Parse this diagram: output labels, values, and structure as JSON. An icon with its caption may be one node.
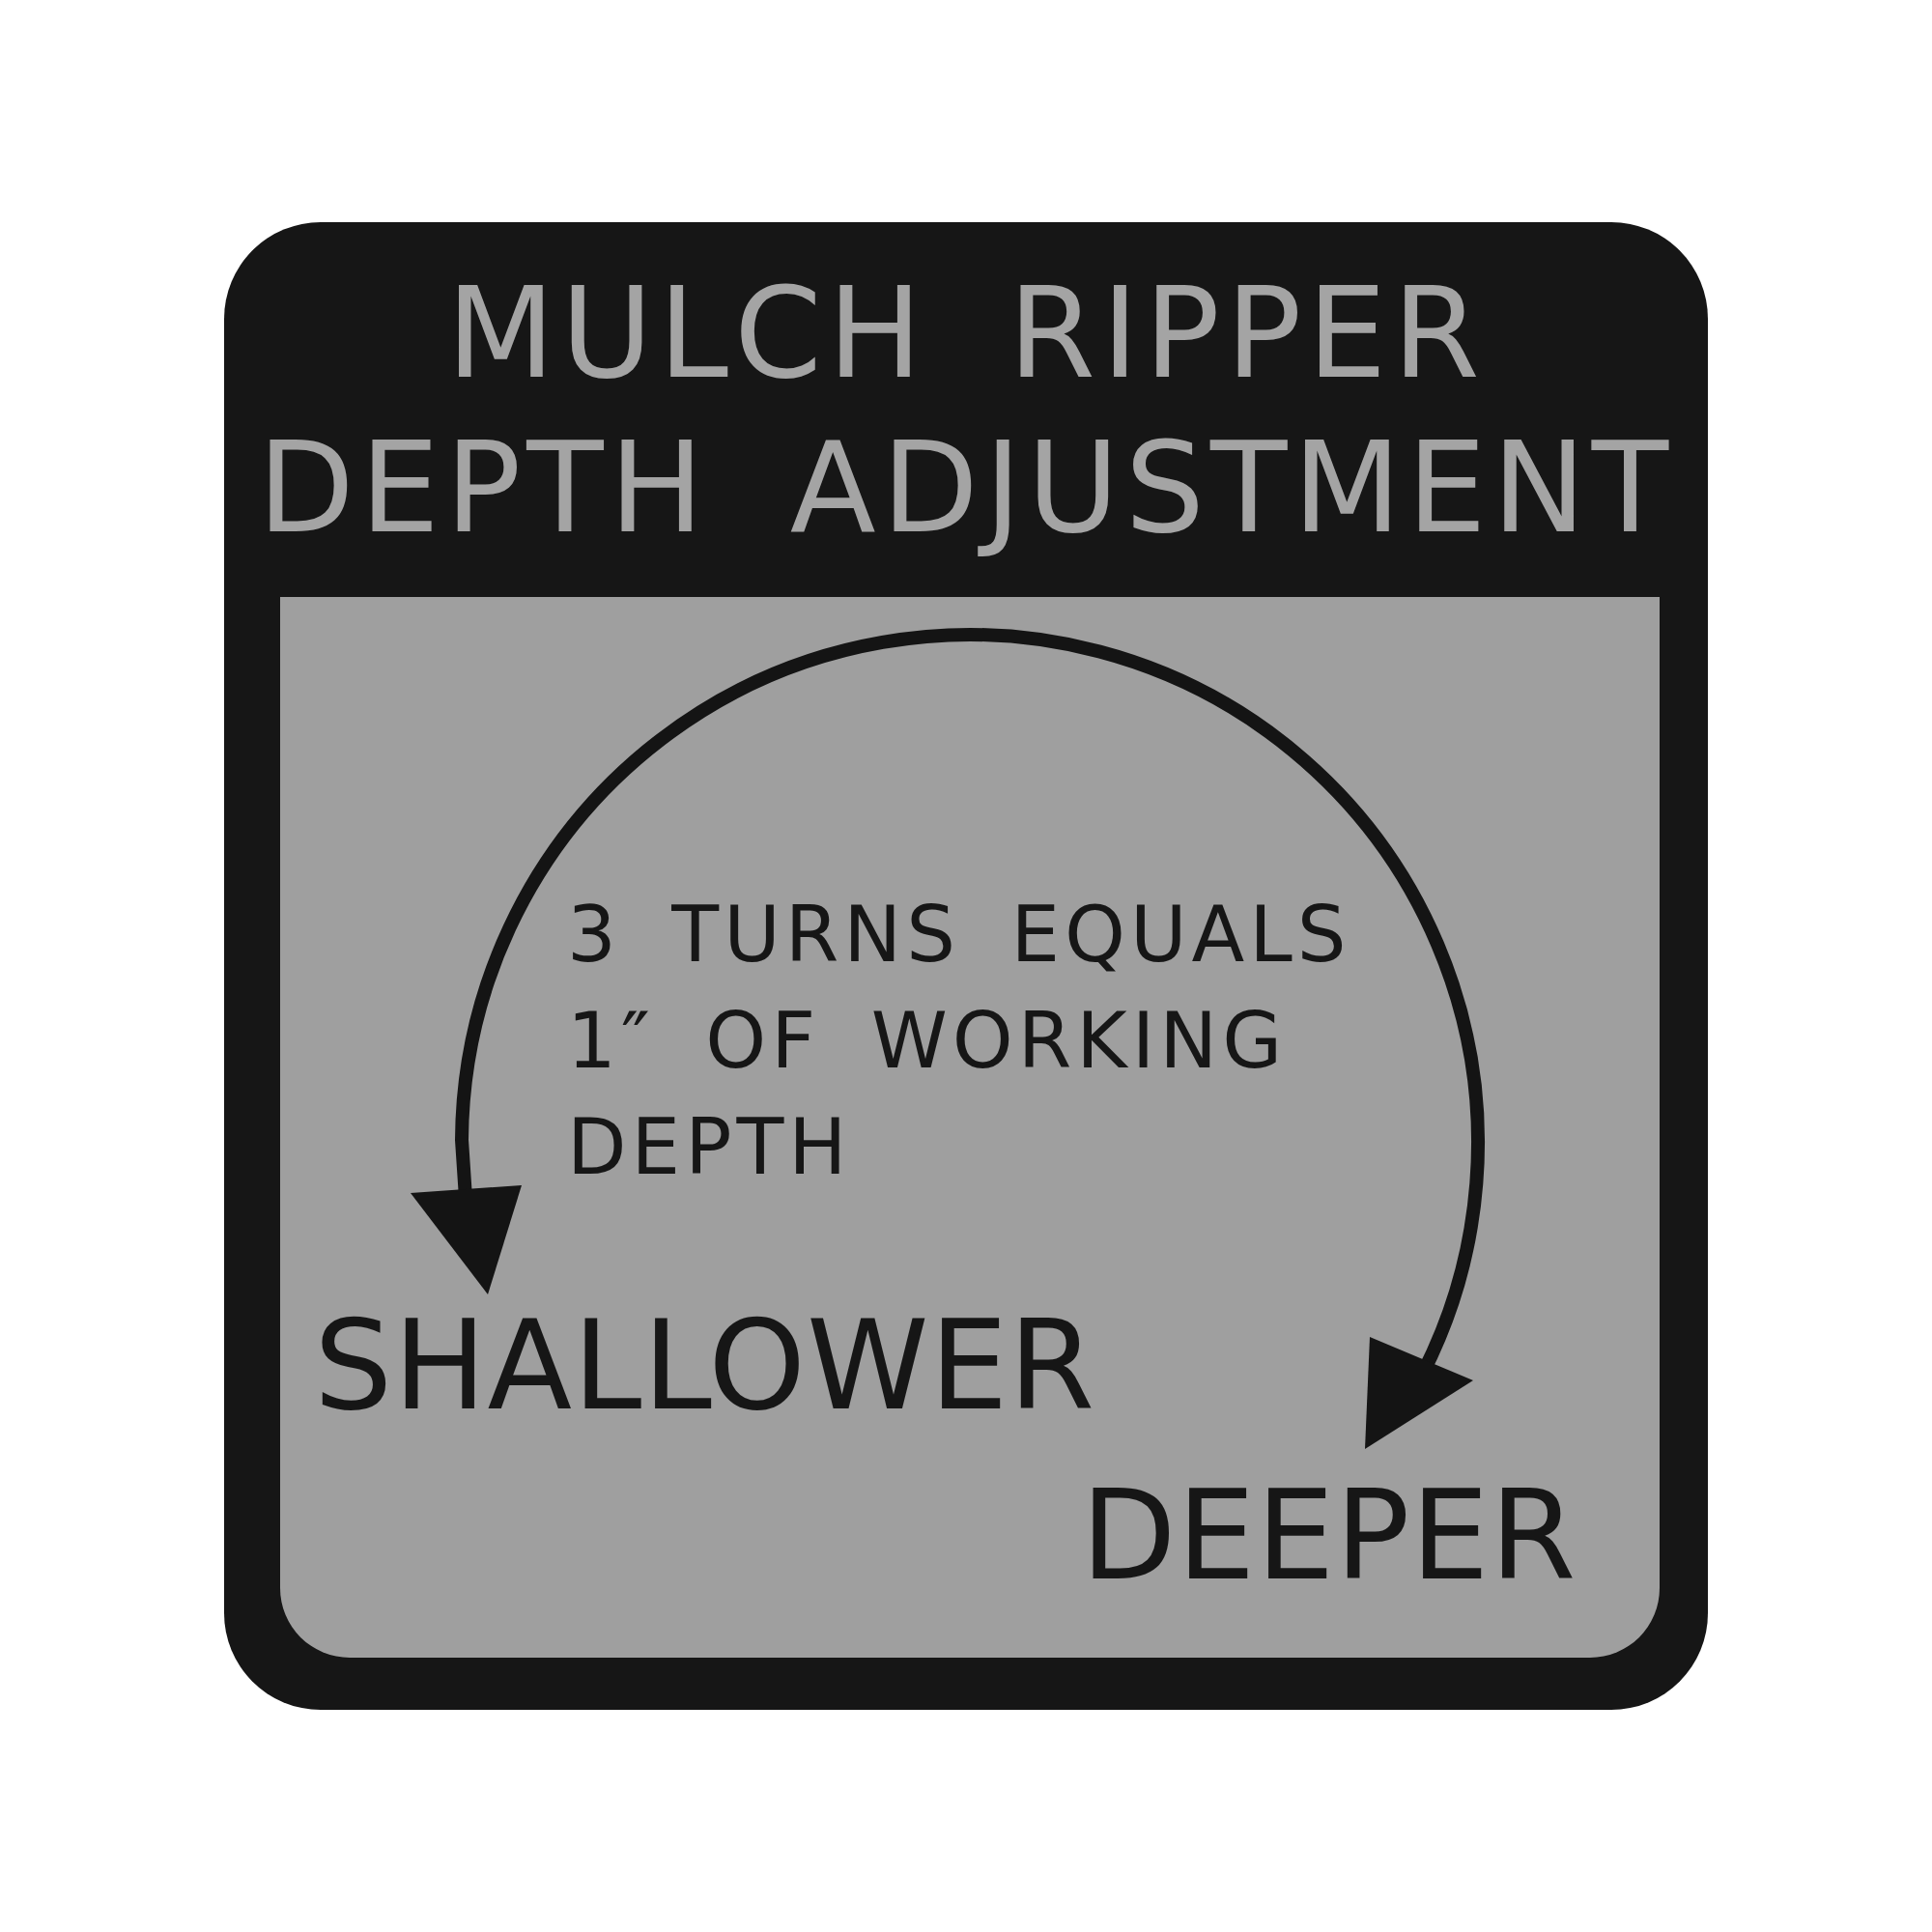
{
  "diagram": {
    "title": "MULCH RIPPER DEPTH ADJUSTMENT",
    "labels": [
      "3 TURNS EQUALS 1″ OF WORKING DEPTH",
      "SHALLOWER",
      "DEEPER"
    ]
  }
}
